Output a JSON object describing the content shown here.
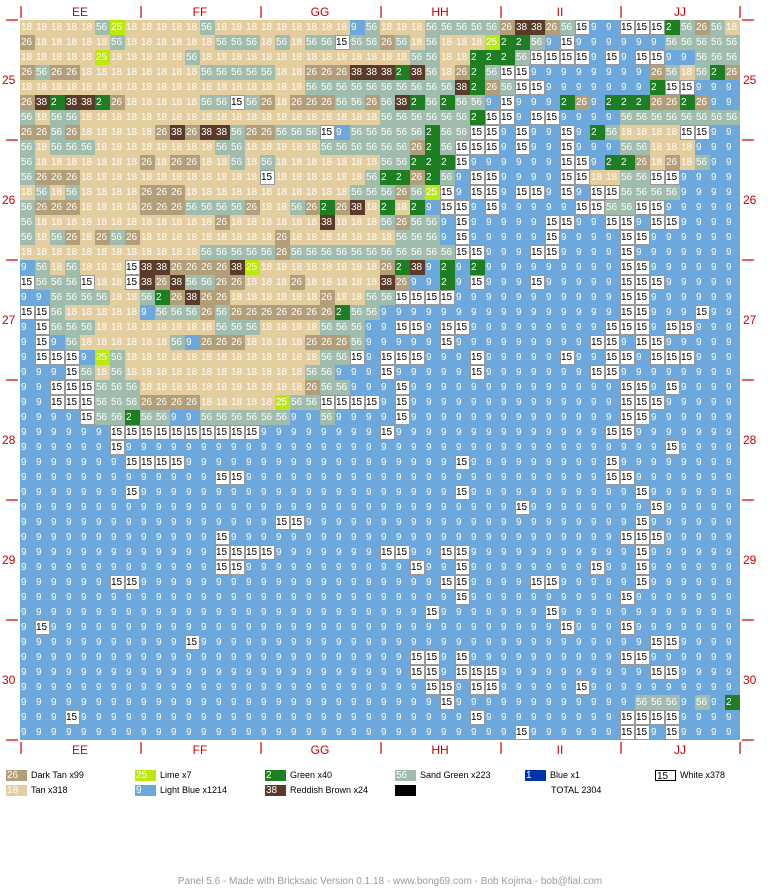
{
  "mosaic": {
    "columns": 48,
    "rows": 48,
    "column_labels": [
      "EE",
      "FF",
      "GG",
      "HH",
      "II",
      "JJ"
    ],
    "row_labels": [
      "25",
      "26",
      "27",
      "28",
      "29",
      "30"
    ],
    "tick_color": "#cc0000",
    "label_color": "#cc0000"
  },
  "colors": {
    "26": {
      "name": "Dark Tan",
      "fill": "#b29e78",
      "text": "#ffffff"
    },
    "18": {
      "name": "Tan",
      "fill": "#e4cd9e",
      "text": "#ffffff"
    },
    "25": {
      "name": "Lime",
      "fill": "#bbe90b",
      "text": "#ffffff"
    },
    "9": {
      "name": "Light Blue",
      "fill": "#6ca8dc",
      "text": "#ffffff"
    },
    "2": {
      "name": "Green",
      "fill": "#1e7e22",
      "text": "#ffffff"
    },
    "38": {
      "name": "Reddish Brown",
      "fill": "#5a3a28",
      "text": "#ffffff"
    },
    "56": {
      "name": "Sand Green",
      "fill": "#a0bcac",
      "text": "#ffffff"
    },
    "1": {
      "name": "Blue",
      "fill": "#0033aa",
      "text": "#ffffff"
    },
    "15": {
      "name": "White",
      "fill": "#ffffff",
      "text": "#000000"
    },
    "0": {
      "name": "",
      "fill": "#000000",
      "text": "#ffffff"
    }
  },
  "legend": [
    {
      "code": "26",
      "label": "Dark Tan  x99"
    },
    {
      "code": "18",
      "label": "Tan  x318"
    },
    {
      "code": "25",
      "label": "Lime  x7"
    },
    {
      "code": "9",
      "label": "Light Blue  x1214"
    },
    {
      "code": "2",
      "label": "Green  x40"
    },
    {
      "code": "38",
      "label": "Reddish Brown  x24"
    },
    {
      "code": "56",
      "label": "Sand Green  x223"
    },
    {
      "code": "0",
      "label": ""
    },
    {
      "code": "1",
      "label": "Blue  x1"
    },
    {
      "code": "15",
      "label": "White  x378"
    }
  ],
  "total_label": "TOTAL  2304",
  "footer": "Panel 5.6 - Made with Bricksaic Version 0.1.18 - www.bong69.com - Bob Kojima - bob@fial.com",
  "grid": [
    "18 18 18 18 18 56 25 18 18 18 18 18 56 18 18 18 18 18 18 18 18 18 9 56 18 18 18 56 56 56 56 56 26 38 38 26 56 15 9 9 15 15 15 2 56 26 56 18",
    "26 18 18 18 18 18 56 18 18 18 18 18 18 56 56 56 18 56 18 56 56 15 56 56 26 56 18 56 18 18 18 25 2 2 56 9 15 9 9 9 9 9 9 56 56 56 56 56",
    "18 18 18 18 18 25 18 18 18 18 18 56 18 18 18 18 18 18 18 18 18 18 18 18 18 18 56 56 18 18 2 2 2 56 15 15 15 15 9 15 9 15 15 9 9 56 56 56",
    "26 56 26 26 18 18 18 18 18 18 18 18 56 56 56 56 56 18 18 26 26 26 38 38 38 2 38 56 18 26 2 56 15 15 9 9 9 9 9 9 9 9 26 56 18 56 2 26",
    "18 18 18 18 18 18 18 18 18 18 18 18 18 18 18 18 18 18 18 56 56 56 56 56 56 56 56 56 56 38 2 26 56 15 15 9 9 9 9 9 9 9 2 15 15 9 9 9",
    "26 38 2 38 38 2 26 18 18 18 18 18 56 56 15 56 26 18 26 26 26 56 56 26 56 38 2 56 2 56 56 9 15 9 9 9 2 26 9 2 2 2 26 26 2 26 9 9",
    "56 18 56 56 18 18 18 18 18 18 18 18 18 18 18 18 18 18 18 18 18 18 18 18 56 56 56 56 56 56 2 15 15 9 15 15 9 9 9 9 56 56 56 56 56 56 56 56",
    "26 26 56 26 18 18 18 18 18 26 38 26 38 38 56 26 26 56 56 56 15 9 56 56 56 56 56 2 56 56 15 15 9 15 9 9 15 9 2 56 18 18 18 18 15 15 9 9",
    "56 18 56 56 56 18 18 18 18 18 18 18 18 56 56 18 18 18 18 18 56 56 56 56 56 56 26 2 56 15 15 15 9 15 9 9 15 9 9 9 56 56 18 18 18 9 9 9",
    "56 18 18 18 18 18 18 18 26 18 26 26 18 18 56 18 56 18 18 18 18 18 18 18 56 56 2 2 2 15 9 9 9 9 9 9 15 15 9 2 2 26 18 26 18 56 9 9",
    "56 26 26 26 18 18 18 18 18 18 18 18 18 18 18 18 15 18 18 18 18 18 18 56 2 2 26 2 56 9 15 15 9 9 9 9 15 15 18 18 56 56 15 15 9 9 9 9",
    "18 56 18 56 18 18 18 18 26 26 26 18 18 18 18 18 18 18 18 18 18 18 56 56 56 26 56 25 15 9 15 15 9 15 15 9 15 9 15 15 56 56 56 56 9 9 9 9",
    "56 26 26 26 18 18 18 18 26 26 26 56 56 56 56 26 18 18 56 26 2 26 38 18 2 18 2 9 15 15 9 15 9 9 9 9 9 15 15 56 56 15 15 9 9 9 9 9",
    "56 18 18 18 18 18 18 18 18 18 18 18 18 26 18 18 18 18 18 18 38 18 18 18 56 26 56 56 9 15 9 9 9 9 9 15 15 9 9 15 15 9 15 15 9 9 9 9",
    "56 18 56 26 18 26 56 26 18 18 18 18 18 18 18 18 18 26 18 18 18 18 18 18 18 56 56 56 9 15 9 9 9 9 9 15 9 9 9 9 15 15 9 9 9 9 9 9",
    "18 18 18 18 18 18 18 18 18 18 18 18 56 56 56 56 56 26 56 56 56 56 56 56 56 56 56 56 56 15 15 9 9 9 15 15 9 9 9 9 15 9 9 9 9 9 9 9",
    "9 56 18 56 18 18 18 15 38 38 26 26 26 26 38 25 18 18 18 18 18 18 18 18 26 2 38 9 2 9 2 9 9 9 9 9 9 9 9 9 15 15 9 9 9 9 9 9",
    "15 56 56 56 15 18 18 15 38 26 38 56 56 26 26 18 18 18 26 18 18 18 18 18 38 26 9 9 2 9 15 9 9 9 15 9 9 9 9 9 15 15 15 9 9 9 9 9",
    "9 9 56 56 56 56 18 18 56 2 26 38 26 26 18 18 18 18 18 18 26 18 18 56 56 15 15 15 15 9 9 9 9 9 9 9 9 9 9 9 15 15 9 9 9 9 9 9",
    "15 15 56 18 18 18 18 18 9 56 56 56 26 56 26 26 26 26 26 26 26 2 56 56 9 9 9 9 9 9 9 9 9 9 9 9 9 9 9 9 15 15 9 9 9 15 9 9",
    "9 15 56 56 56 18 18 18 18 18 18 18 18 56 56 56 18 18 18 18 56 56 56 9 9 15 15 9 15 15 9 9 9 9 9 9 9 9 9 15 15 15 9 15 15 9 9 9",
    "9 15 9 56 18 18 18 18 18 18 56 9 26 26 26 18 18 18 18 26 26 26 56 9 9 9 9 9 15 9 9 9 9 9 9 9 9 9 15 15 9 15 15 9 9 9 9 9",
    "9 15 15 15 9 25 56 18 18 18 18 18 18 18 18 18 18 18 18 18 56 56 15 9 15 15 15 9 9 9 15 9 9 9 9 9 15 9 9 15 15 9 15 15 15 9 9 9",
    "9 9 9 15 56 18 56 18 18 18 18 18 18 18 18 18 18 18 18 56 56 9 9 9 15 9 9 9 9 9 15 9 9 9 9 9 9 9 15 15 9 9 9 9 9 9 9 9",
    "9 9 15 15 15 56 56 56 18 18 18 18 18 18 18 18 18 18 18 26 56 56 9 9 9 15 9 9 9 9 9 9 9 9 9 9 9 9 9 9 15 15 9 15 9 9 9 9",
    "9 9 15 15 15 56 56 56 26 26 26 26 18 18 18 18 18 25 56 56 15 15 15 15 9 15 9 9 9 9 9 9 9 9 9 9 9 9 9 9 15 15 15 9 9 9 9 9",
    "9 9 9 9 15 56 56 2 56 56 9 9 56 56 56 56 56 56 9 9 56 9 9 9 9 15 9 9 9 9 9 9 9 9 9 9 9 9 9 9 15 15 9 9 9 9 9 9",
    "9 9 9 9 9 9 15 15 15 15 15 15 15 15 15 15 9 9 9 9 9 9 9 9 15 9 9 9 9 9 9 9 9 9 9 9 9 9 9 15 15 9 9 9 9 9 9 9",
    "9 9 9 9 9 9 15 9 9 9 9 9 9 9 9 9 9 9 9 9 9 9 9 9 9 9 9 9 9 9 9 9 9 9 9 9 9 9 9 9 9 9 9 15 9 9 9 9",
    "9 9 9 9 9 9 9 15 15 15 15 9 9 9 9 9 9 9 9 9 9 9 9 9 9 9 9 9 9 15 9 9 9 9 9 9 9 9 9 15 9 9 9 9 9 9 9 9",
    "9 9 9 9 9 9 9 9 9 9 9 9 9 15 15 9 9 9 9 9 9 9 9 9 9 9 9 9 9 9 9 9 9 9 9 9 9 9 9 15 15 9 9 9 9 9 9 9",
    "9 9 9 9 9 9 9 15 9 9 9 9 9 9 9 9 9 9 9 9 9 9 9 9 9 9 9 9 9 15 9 9 9 9 9 9 9 9 9 9 9 15 9 9 9 9 9 9",
    "9 9 9 9 9 9 9 9 9 9 9 9 9 9 9 9 9 9 9 9 9 9 9 9 9 9 9 9 9 9 9 9 9 15 9 9 9 9 9 9 9 9 15 9 9 9 9 9",
    "9 9 9 9 9 9 9 9 9 9 9 9 9 9 9 9 9 15 15 9 9 9 9 9 9 9 9 9 9 9 9 9 9 9 9 9 9 9 9 9 9 15 9 9 9 9 9 9",
    "9 9 9 9 9 9 9 9 9 9 9 9 9 15 9 9 9 9 9 9 9 9 9 9 9 9 9 9 9 9 9 9 9 9 9 9 9 9 9 9 15 15 15 9 9 9 9 9",
    "9 9 9 9 9 9 9 9 9 9 9 9 9 15 15 15 15 9 9 9 9 9 9 9 15 15 9 9 15 15 9 9 9 9 9 9 9 9 9 9 9 15 9 9 9 9 9 9",
    "9 9 9 9 9 9 9 9 9 9 9 9 9 15 15 9 9 9 9 9 9 9 9 9 9 9 15 9 9 15 9 9 9 9 9 9 9 9 15 9 9 15 9 9 9 9 9 9",
    "9 9 9 9 9 9 15 15 9 9 9 9 9 9 9 9 9 9 9 9 9 9 9 9 9 9 9 9 15 15 9 9 9 9 15 15 9 9 9 9 9 15 9 9 9 9 9 9",
    "9 9 9 9 9 9 9 9 9 9 9 9 9 9 9 9 9 9 9 9 9 9 9 9 9 9 9 9 9 15 9 9 9 9 9 9 9 9 9 9 15 9 9 9 9 9 9 9",
    "9 9 9 9 9 9 9 9 9 9 9 9 9 9 9 9 9 9 9 9 9 9 9 9 9 9 9 15 9 9 9 9 9 9 9 15 9 9 9 9 9 9 9 9 9 9 9 9",
    "9 15 9 9 9 9 9 9 9 9 9 9 9 9 9 9 9 9 9 9 9 9 9 9 9 9 9 9 9 9 9 9 9 9 9 9 15 9 9 9 15 9 9 9 9 9 9 9",
    "9 9 9 9 9 9 9 9 9 9 9 15 9 9 9 9 9 9 9 9 9 9 9 9 9 9 9 9 9 9 9 9 9 9 9 9 9 9 9 9 9 9 15 15 9 9 9 9",
    "9 9 9 9 9 9 9 9 9 9 9 9 9 9 9 9 9 9 9 9 9 9 9 9 9 9 15 15 9 15 9 9 9 9 9 9 9 9 9 9 15 15 9 9 9 9 9 9",
    "9 9 9 9 9 9 9 9 9 9 9 9 9 9 9 9 9 9 9 9 9 9 9 9 9 9 15 15 9 15 15 15 9 9 9 9 9 9 9 9 9 9 15 15 9 9 9 9",
    "9 9 9 9 9 9 9 9 9 9 9 9 9 9 9 9 9 9 9 9 9 9 9 9 9 9 9 15 15 9 15 15 9 9 9 9 9 15 9 9 9 9 9 9 9 9 9 9",
    "9 9 9 9 9 9 9 9 9 9 9 9 9 9 9 9 9 9 9 9 9 9 9 9 9 9 9 9 15 9 9 9 9 9 9 9 9 9 9 9 9 56 56 56 9 56 9 2",
    "9 9 9 15 9 9 9 9 9 9 9 9 9 9 9 9 9 9 9 9 9 9 9 9 9 9 9 9 9 9 15 9 9 9 9 9 9 9 9 9 15 15 15 15 9 9 9 9",
    "9 9 9 9 9 9 9 9 9 9 9 9 9 9 9 9 9 9 9 9 9 9 9 9 9 9 9 9 9 9 9 9 9 15 9 9 9 9 9 9 15 15 9 15 9 9 9 9"
  ]
}
